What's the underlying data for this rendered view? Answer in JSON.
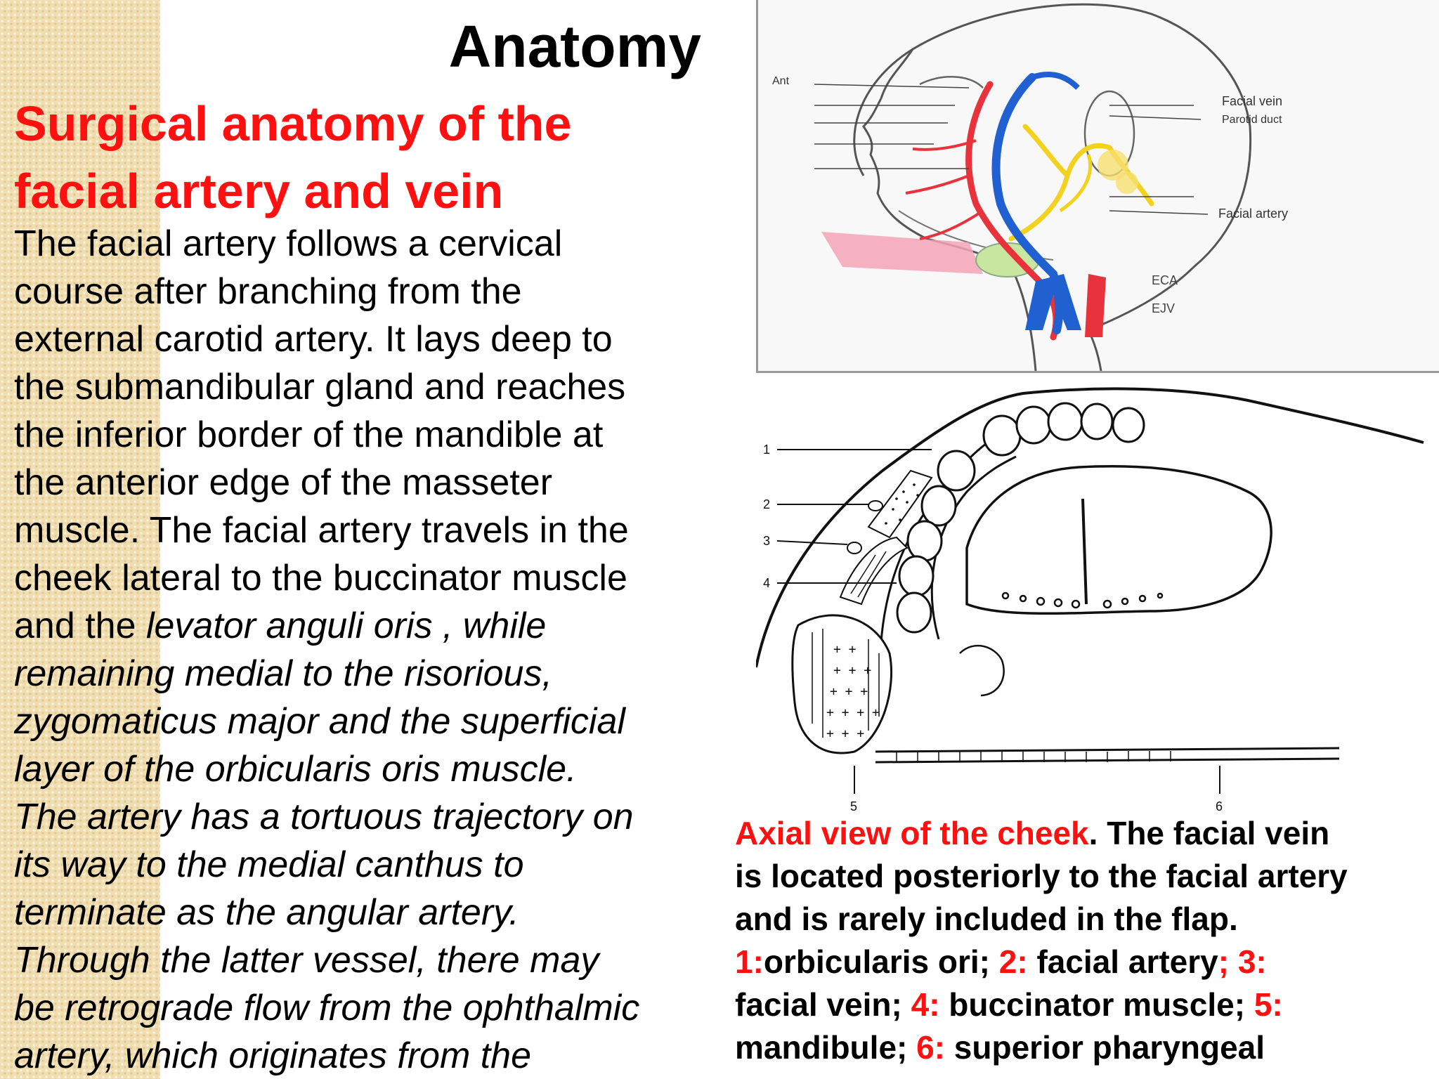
{
  "slide": {
    "title": "Anatomy",
    "subtitle_line1": "Surgical anatomy of the",
    "subtitle_line2": "facial artery and vein",
    "body": {
      "regular": [
        "The facial artery follows a cervical",
        "course after branching from the",
        "external carotid artery. It lays deep to",
        "the submandibular gland and reaches",
        "the inferior border of the mandible at",
        "the anterior edge of the masseter",
        "muscle. The facial artery travels in the",
        "cheek lateral to the buccinator muscle",
        "and the "
      ],
      "italic": [
        "levator anguli oris , while",
        "remaining medial to the risorious,",
        "zygomaticus major and the superficial",
        "layer of the orbicularis oris muscle.",
        "The artery has a tortuous trajectory on",
        "its way to the medial canthus to",
        "terminate as the angular artery.",
        "Through the latter vessel, there may",
        "be retrograde flow from the ophthalmic",
        "artery, which originates from the"
      ]
    }
  },
  "figure_sketch": {
    "labels": {
      "ant": "Ant",
      "facial_vein": "Facial vein",
      "parotid_duct": "Parotid duct",
      "facial_artery": "Facial artery",
      "eca": "ECA",
      "ejv": "EJV"
    }
  },
  "figure_axial": {
    "numbers": [
      "1",
      "2",
      "3",
      "4",
      "5",
      "6"
    ]
  },
  "caption": {
    "lead_red": " Axial view of the cheek",
    "lead_black": ". The facial vein",
    "line2": "is located posteriorly to the facial artery",
    "line3": "and is rarely included in the flap.",
    "n1": "1:",
    "t1": "orbicularis ori; ",
    "n2": "2:",
    "t2": " facial artery",
    "n3": "; 3:",
    "t3": "facial vein; ",
    "n4": "4:",
    "t4": " buccinator muscle; ",
    "n5": "5:",
    "t5": "mandibule; ",
    "n6": "6:",
    "t6": " superior pharyngeal"
  },
  "colors": {
    "title": "#000000",
    "subtitle": "#ff1010",
    "artery": "#e8323c",
    "vein": "#2060d0",
    "nerve": "#f2d21e"
  }
}
